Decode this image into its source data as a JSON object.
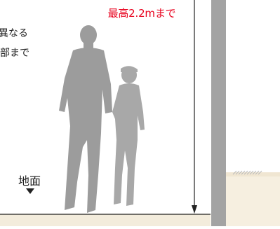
{
  "max_height_label": "最高2.2mまで",
  "note_line1": "異なる",
  "note_line2": "頭部まで",
  "ground_label": "地面",
  "colors": {
    "accent": "#e8001c",
    "pillar": "#a3a3a3",
    "silhouette": "#9a9a9a",
    "ground": "#f2ead9"
  },
  "icons": [
    "down-triangle-icon",
    "down-arrow-icon"
  ]
}
